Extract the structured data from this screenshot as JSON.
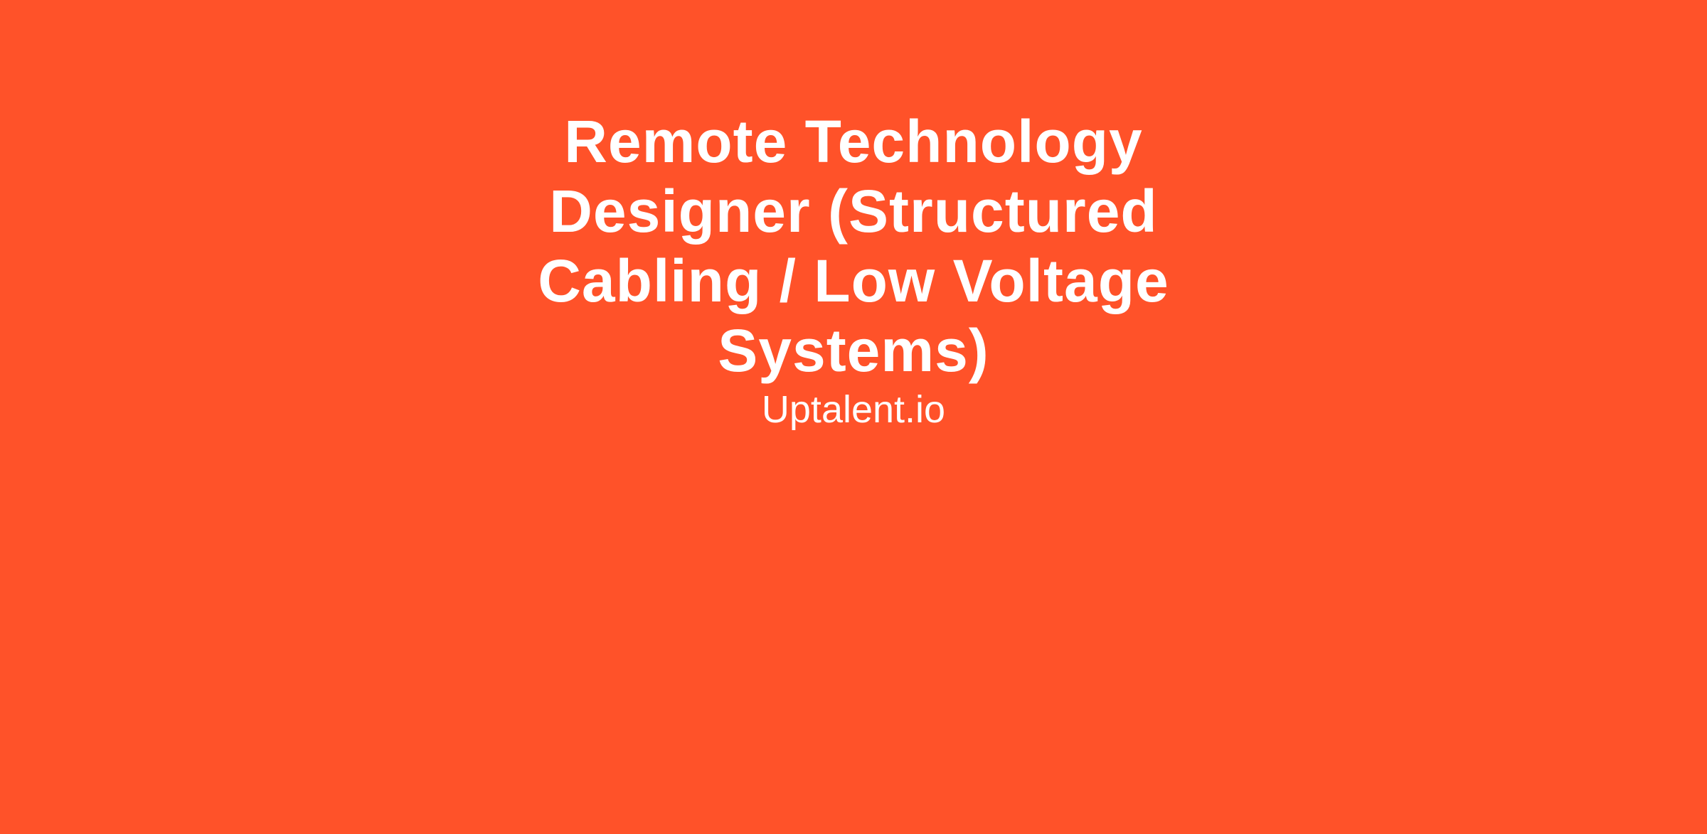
{
  "title_lines": [
    "Remote Technology",
    "Designer (Structured",
    "Cabling / Low Voltage",
    "Systems)"
  ],
  "subtitle": "Uptalent.io",
  "colors": {
    "background": "#FF5229",
    "text": "#FFFFFF"
  }
}
